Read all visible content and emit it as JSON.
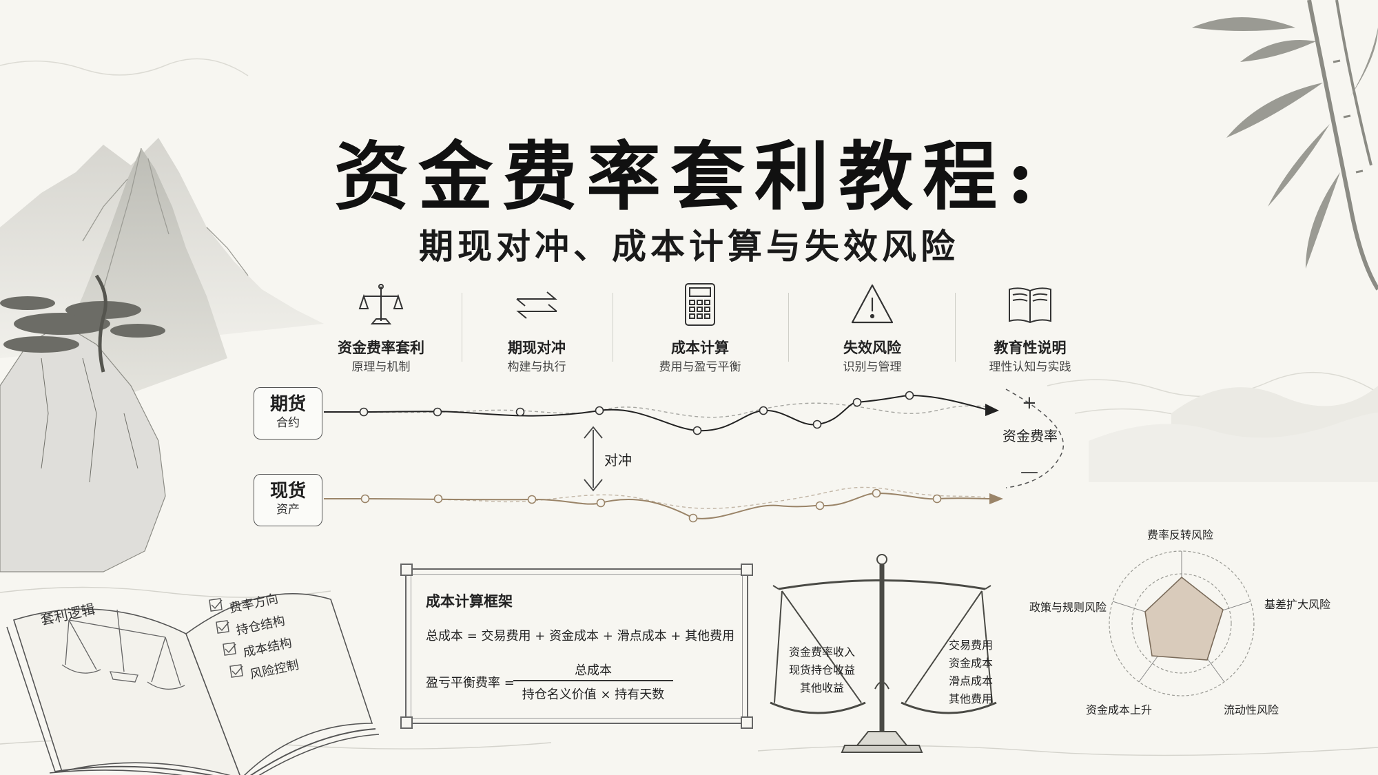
{
  "header": {
    "title": "资金费率套利教程:",
    "subtitle": "期现对冲、成本计算与失效风险"
  },
  "topics": [
    {
      "icon": "balance-scale-icon",
      "name": "资金费率套利",
      "sub": "原理与机制"
    },
    {
      "icon": "exchange-arrows-icon",
      "name": "期现对冲",
      "sub": "构建与执行"
    },
    {
      "icon": "calculator-icon",
      "name": "成本计算",
      "sub": "费用与盈亏平衡"
    },
    {
      "icon": "warning-triangle-icon",
      "name": "失效风险",
      "sub": "识别与管理"
    },
    {
      "icon": "open-book-icon",
      "name": "教育性说明",
      "sub": "理性认知与实践"
    }
  ],
  "hedge_diagram": {
    "futures": {
      "name": "期货",
      "sub": "合约"
    },
    "spot": {
      "name": "现货",
      "sub": "资产"
    },
    "hedge_label": "对冲",
    "rate_label": "资金费率",
    "plus": "+",
    "minus": "—"
  },
  "cost_framework": {
    "title": "成本计算框架",
    "total_formula": "总成本 = 交易费用 + 资金成本 + 滑点成本 + 其他费用",
    "breakeven_label": "盈亏平衡费率 =",
    "numerator": "总成本",
    "denominator": "持仓名义价值 × 持有天数"
  },
  "balance": {
    "left_items": [
      "资金费率收入",
      "现货持仓收益",
      "其他收益"
    ],
    "right_items": [
      "交易费用",
      "资金成本",
      "滑点成本",
      "其他费用"
    ]
  },
  "risk_radar": {
    "labels": [
      "费率反转风险",
      "基差扩大风险",
      "流动性风险",
      "资金成本上升",
      "政策与规则风险"
    ]
  },
  "book": {
    "title": "套利逻辑",
    "items": [
      "费率方向",
      "持仓结构",
      "成本结构",
      "风险控制"
    ]
  },
  "colors": {
    "ink": "#1e1e1e",
    "paper": "#f7f6f1",
    "spot_line": "#9a8468",
    "radar_fill": "#d9cbbb"
  }
}
